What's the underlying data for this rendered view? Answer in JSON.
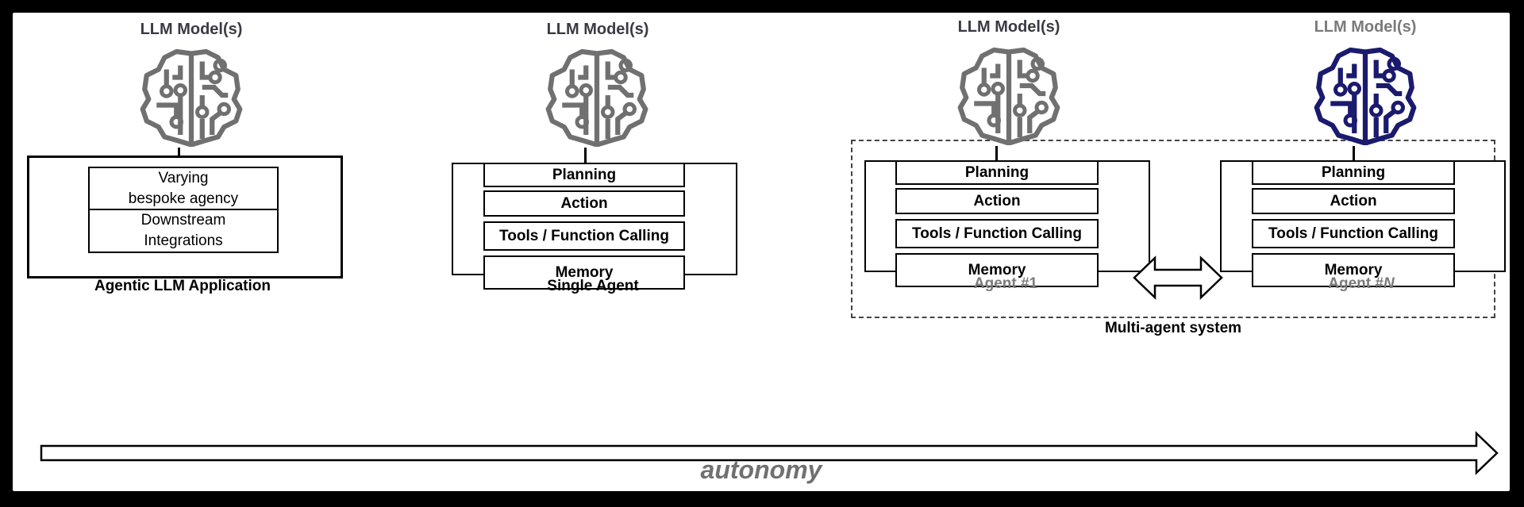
{
  "diagram": {
    "colors": {
      "brain_grey": "#707070",
      "brain_navy": "#1a1a6e",
      "label_dark": "#3a3a44",
      "label_grey": "#7a7a7a"
    },
    "model_label": "LLM Model(s)",
    "agentic_app": {
      "top_cell": "Varying\nbespoke agency",
      "bottom_cell": "Downstream\nIntegrations",
      "caption": "Agentic LLM Application"
    },
    "agent_rows": {
      "planning": "Planning",
      "action": "Action",
      "tools": "Tools / Function Calling",
      "memory": "Memory"
    },
    "single_agent_caption": "Single Agent",
    "agent1_caption": "Agent #1",
    "agentN_caption_prefix": "Agent #",
    "agentN_caption_suffix": "N",
    "multi_agent_caption": "Multi-agent system",
    "autonomy_label": "autonomy",
    "icons": [
      "brain-circuit-icon",
      "double-arrow-icon",
      "autonomy-arrow-icon"
    ]
  }
}
